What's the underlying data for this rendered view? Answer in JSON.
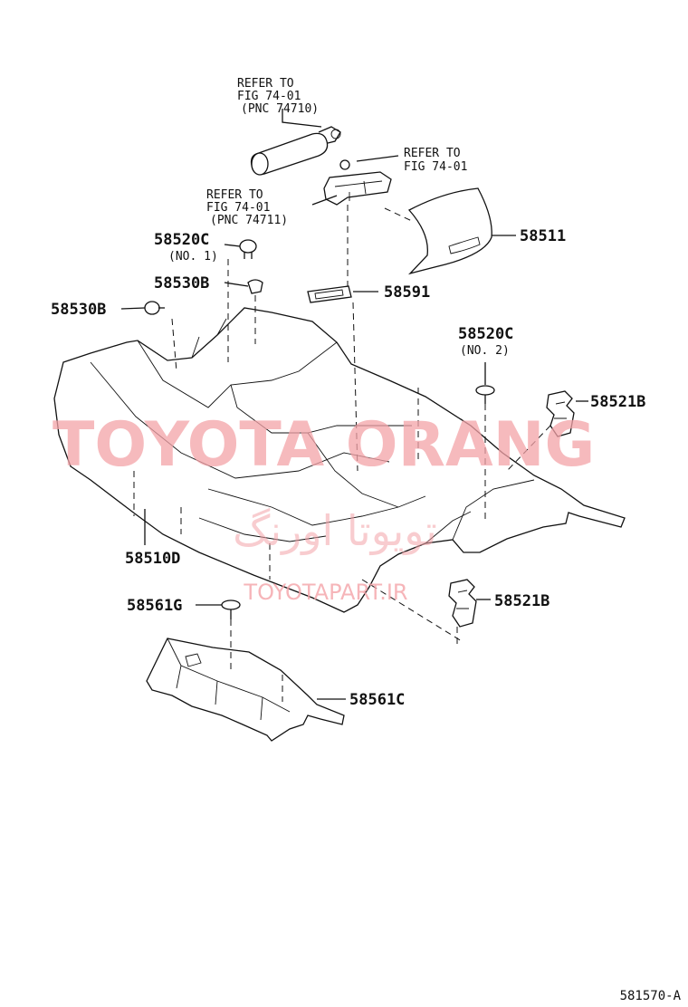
{
  "references": {
    "top": {
      "line1": "REFER TO",
      "line2": "FIG 74-01",
      "line3": "(PNC 74710)"
    },
    "right": {
      "line1": "REFER TO",
      "line2": "FIG 74-01"
    },
    "middle": {
      "line1": "REFER TO",
      "line2": "FIG 74-01",
      "line3": "(PNC 74711)"
    }
  },
  "parts": {
    "p58511": "58511",
    "p58520c_1": "58520C",
    "p58520c_1_note": "(NO. 1)",
    "p58530b_a": "58530B",
    "p58530b_b": "58530B",
    "p58591": "58591",
    "p58520c_2": "58520C",
    "p58520c_2_note": "(NO. 2)",
    "p58521b_a": "58521B",
    "p58510d": "58510D",
    "p58561g": "58561G",
    "p58521b_b": "58521B",
    "p58561c": "58561C"
  },
  "watermark": {
    "brand": "TOYOTA ORANG",
    "persian": "تویوتا اورنگ",
    "site": "TOYOTAPART.IR"
  },
  "diagram_code": "581570-A"
}
